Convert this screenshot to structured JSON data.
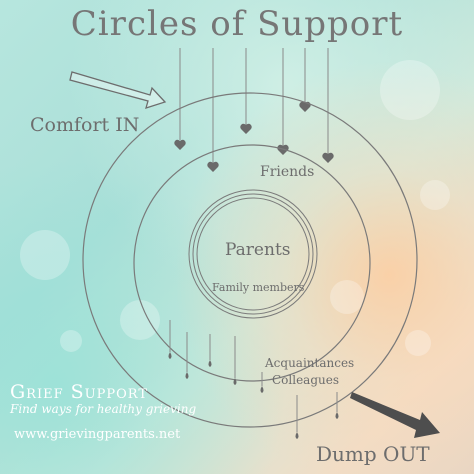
{
  "title": "Circles of Support",
  "arrows": {
    "comfort_in": "Comfort IN",
    "dump_out": "Dump OUT"
  },
  "rings": {
    "outer_label_1": "Acquaintances",
    "outer_label_2": "Colleagues",
    "middle_label": "Friends",
    "inner_label": "Parents",
    "inner_sublabel": "Family members"
  },
  "branding": {
    "name": "Grief Support",
    "tagline": "Find ways for healthy grieving",
    "url": "www.grievingparents.net"
  },
  "colors": {
    "line": "#7a7a7a",
    "text": "#6d6d6d",
    "brand_text": "#ffffff"
  },
  "icons": [
    "heart-icon",
    "droplet-icon",
    "outline-arrow-icon",
    "solid-arrow-icon"
  ]
}
